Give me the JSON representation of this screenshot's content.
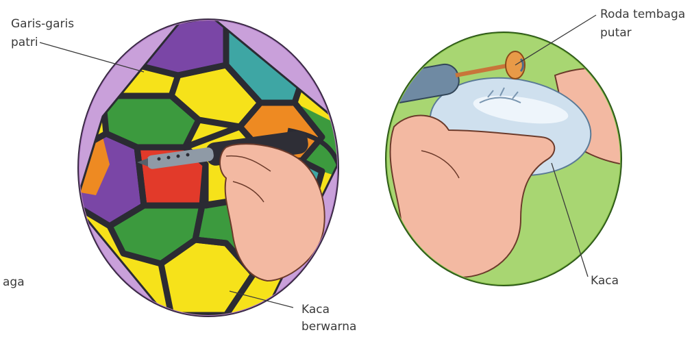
{
  "labels": {
    "solder_lines_l1": "Garis-garis",
    "solder_lines_l2": "patri",
    "colored_glass_l1": "Kaca",
    "colored_glass_l2": "berwarna",
    "partial_left": "aga",
    "copper_wheel_l1": "Roda tembaga",
    "copper_wheel_l2": "putar",
    "glass": "Kaca"
  },
  "colors": {
    "left_frame": "#b07cc6",
    "right_frame": "#88c24a",
    "lead_lines": "#2b2b33",
    "glass_red": "#e23a2a",
    "glass_yellow": "#f6e21a",
    "glass_green": "#3c9a3e",
    "glass_purple": "#7a46a6",
    "glass_orange": "#ee8a22",
    "glass_teal": "#3ea6a4",
    "skin": "#f3b9a2",
    "copper": "#c8753a"
  },
  "icons": [
    "soldering-iron-icon",
    "hand-icon",
    "copper-wheel-icon",
    "glass-bottle-icon"
  ]
}
